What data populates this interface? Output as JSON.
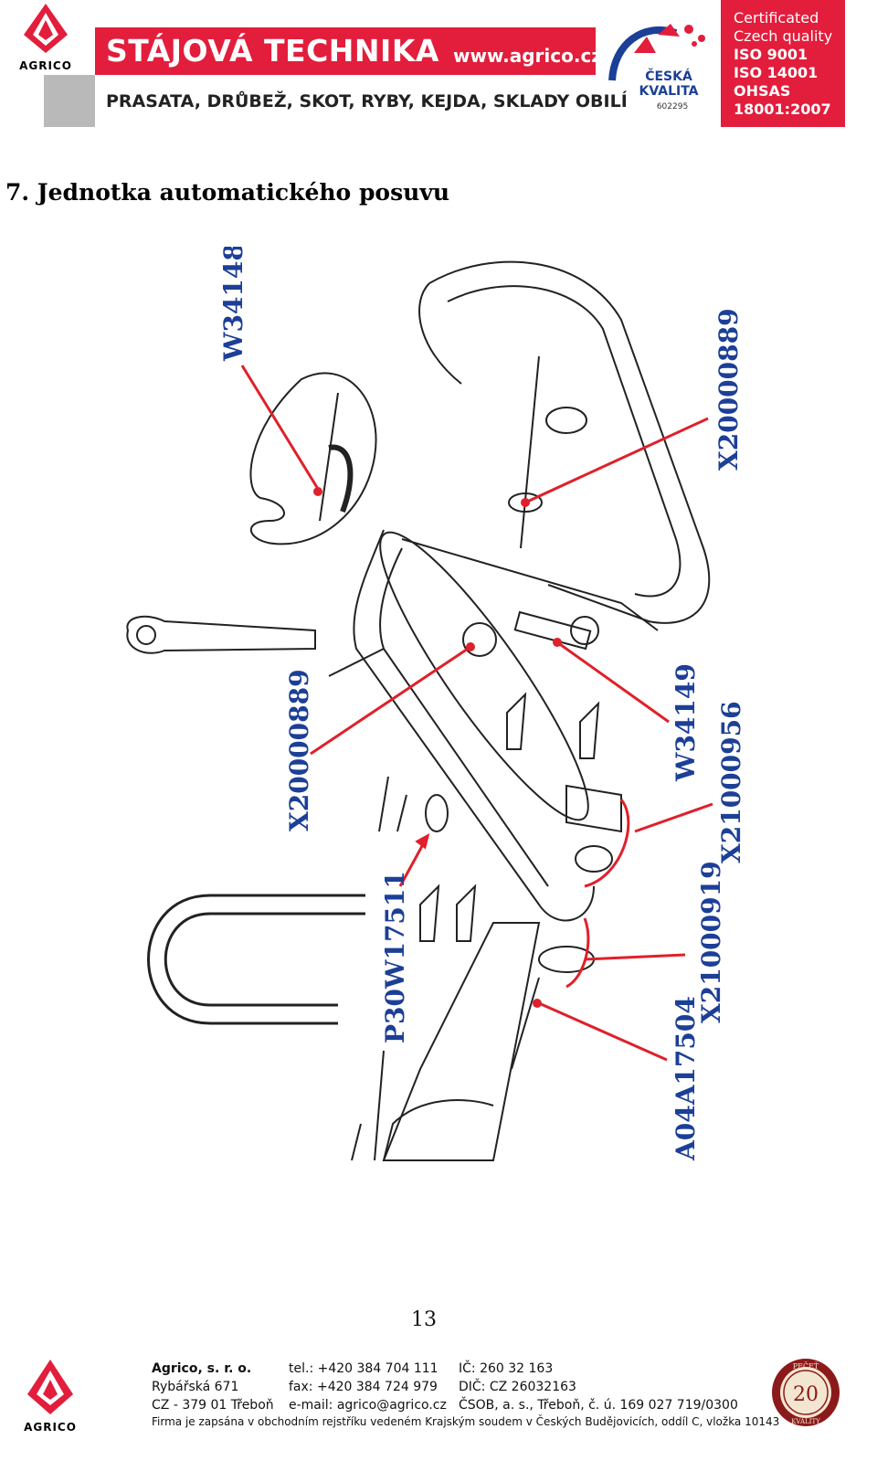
{
  "header": {
    "brand_top": "AGRICO",
    "banner_title": "STÁJOVÁ TECHNIKA",
    "banner_web": "www.agrico.cz",
    "subtitle": "PRASATA, DRŮBEŽ, SKOT, RYBY, KEJDA, SKLADY OBILÍ",
    "ceska_kvalita": [
      "ČESKÁ",
      "KVALITA"
    ],
    "ceska_kvalita_number": "602295",
    "cert_lines": [
      "Certificated",
      "Czech quality",
      "ISO 9001",
      "ISO 14001",
      "OHSAS",
      "18001:2007"
    ],
    "colors": {
      "brand_red": "#e31d3c",
      "label_blue": "#1c3f97",
      "leader_red": "#e0202a"
    }
  },
  "heading": "7.  Jednotka automatického posuvu",
  "diagram": {
    "part_labels": {
      "w34148": "W34148",
      "x20000889_top": "X20000889",
      "x20000889_left": "X20000889",
      "w34149": "W34149",
      "x21000956": "X21000956",
      "p30w17511": "P30W17511",
      "x21000919": "X21000919",
      "a04a17504": "A04A17504"
    }
  },
  "page_number": "13",
  "footer": {
    "company": "Agrico, s. r. o.",
    "street": "Rybářská 671",
    "city": "CZ - 379 01 Třeboň",
    "tel": "tel.: +420 384 704 111",
    "fax": "fax: +420 384 724 979",
    "email": "e-mail: agrico@agrico.cz",
    "ic": "IČ: 260 32 163",
    "dic": "DIČ: CZ 26032163",
    "bank": "ČSOB, a. s., Třeboň, č. ú. 169 027 719/0300",
    "registry_note": "Firma je zapsána v obchodním rejstříku vedeném Krajským soudem v Českých Budějovicích, oddíl C, vložka 10143",
    "brand_bottom": "AGRICO",
    "seal_number": "20",
    "seal_top": "PEČEŤ",
    "seal_bottom": "KVALITY"
  }
}
